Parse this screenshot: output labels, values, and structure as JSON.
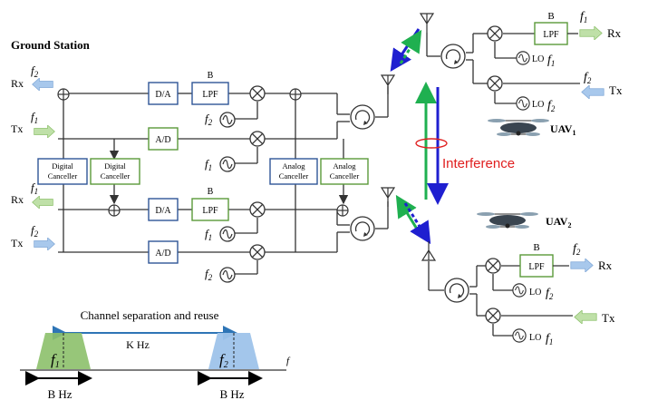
{
  "title": "Ground Station",
  "ground": {
    "rx_top": "Rx",
    "rx_top_f": "f",
    "rx_top_sub": "2",
    "tx_top": "Tx",
    "tx_top_f": "f",
    "tx_top_sub": "1",
    "rx_bot": "Rx",
    "rx_bot_f": "f",
    "rx_bot_sub": "1",
    "tx_bot": "Tx",
    "tx_bot_f": "f",
    "tx_bot_sub": "2",
    "da": "D/A",
    "ad": "A/D",
    "lpf": "LPF",
    "b": "B",
    "dig_canc_1": [
      "Digital",
      "Canceller"
    ],
    "dig_canc_2": [
      "Digital",
      "Canceller"
    ],
    "ana_canc_1": [
      "Analog",
      "Canceller"
    ],
    "ana_canc_2": [
      "Analog",
      "Canceller"
    ],
    "osc_top_1": "f",
    "osc_top_1_sub": "2",
    "osc_top_2": "f",
    "osc_top_2_sub": "1",
    "osc_bot_1": "f",
    "osc_bot_1_sub": "1",
    "osc_bot_2": "f",
    "osc_bot_2_sub": "2"
  },
  "uav1": {
    "label": "UAV",
    "sub": "1",
    "b": "B",
    "lpf": "LPF",
    "rx": "Rx",
    "tx": "Tx",
    "rx_f": "f",
    "rx_sub": "1",
    "tx_f": "f",
    "tx_sub": "2",
    "lo1": "LO",
    "lo1_f": "f",
    "lo1_sub": "1",
    "lo2": "LO",
    "lo2_f": "f",
    "lo2_sub": "2"
  },
  "uav2": {
    "label": "UAV",
    "sub": "2",
    "b": "B",
    "lpf": "LPF",
    "rx": "Rx",
    "tx": "Tx",
    "rx_f": "f",
    "rx_sub": "2",
    "lo1": "LO",
    "lo1_f": "f",
    "lo1_sub": "2",
    "lo2": "LO",
    "lo2_f": "f",
    "lo2_sub": "1"
  },
  "interference": "Interference",
  "spectrum": {
    "title": "Channel separation and reuse",
    "khz": "K Hz",
    "f1": "f",
    "f1_sub": "1",
    "f2": "f",
    "f2_sub": "2",
    "faxis": "f",
    "bhz_left": "B Hz",
    "bhz_right": "B Hz"
  },
  "colors": {
    "blue": "#2f5597",
    "green": "#5a9a3a",
    "red": "#e02020",
    "arrow_blue": "#1f1fd0",
    "arrow_green": "#1fb050"
  }
}
